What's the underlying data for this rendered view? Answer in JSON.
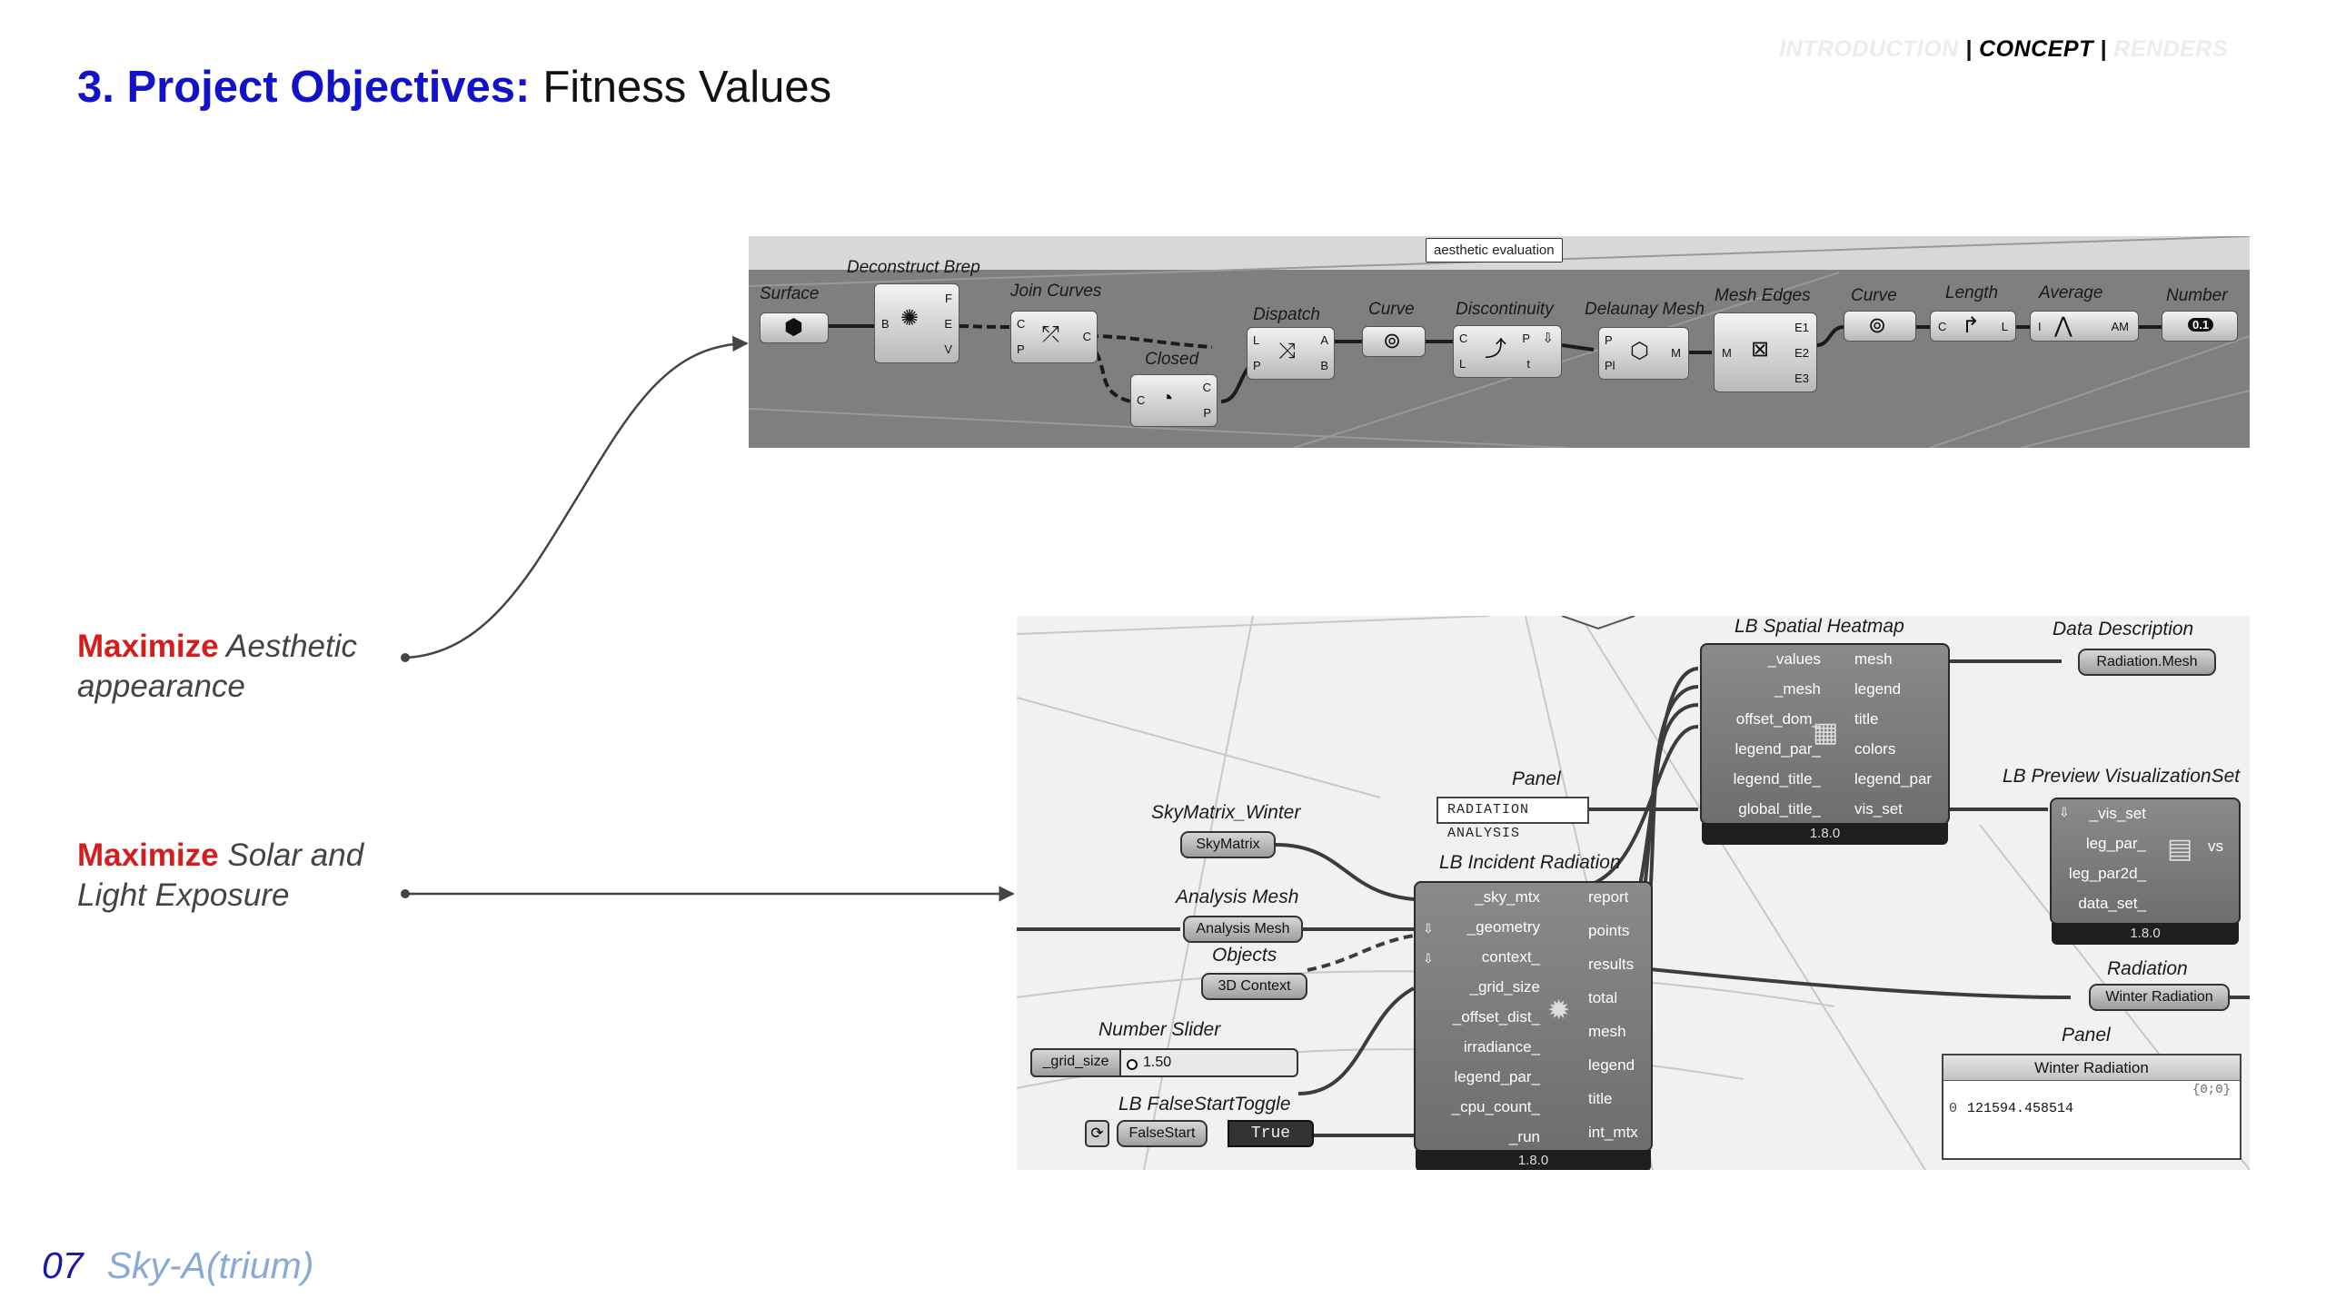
{
  "nav": {
    "item1": "INTRODUCTION",
    "sep1": " | ",
    "item2": "CONCEPT",
    "sep2": " | ",
    "item3": "RENDERS"
  },
  "title": {
    "number_heading": "3. Project Objectives:",
    "subheading": "Fitness Values"
  },
  "objectives": [
    {
      "verb": "Maximize",
      "rest": " Aesthetic appearance"
    },
    {
      "verb": "Maximize",
      "rest": " Solar and Light Exposure"
    }
  ],
  "footer": {
    "page": "07",
    "project": "Sky-A(trium)"
  },
  "canvas1": {
    "group_tag": "aesthetic evaluation",
    "labels": {
      "surface": "Surface",
      "deconstruct": "Deconstruct Brep",
      "join": "Join Curves",
      "closed": "Closed",
      "dispatch": "Dispatch",
      "curve1": "Curve",
      "discontinuity": "Discontinuity",
      "delaunay": "Delaunay Mesh",
      "mesh_edges": "Mesh Edges",
      "curve2": "Curve",
      "length": "Length",
      "average": "Average",
      "number": "Number"
    },
    "pins": {
      "deconstruct_in": "B",
      "deconstruct_f": "F",
      "deconstruct_e": "E",
      "deconstruct_v": "V",
      "join_c": "C",
      "join_p": "P",
      "join_out": "C",
      "closed_in": "C",
      "closed_c": "C",
      "closed_p": "P",
      "dispatch_l": "L",
      "dispatch_p": "P",
      "dispatch_a": "A",
      "dispatch_b": "B",
      "disc_c": "C",
      "disc_l": "L",
      "disc_p": "P",
      "disc_t": "t",
      "del_p": "P",
      "del_pl": "Pl",
      "del_m": "M",
      "edges_m": "M",
      "edges_e1": "E1",
      "edges_e2": "E2",
      "edges_e3": "E3",
      "len_c": "C",
      "len_l": "L",
      "avg_i": "I",
      "avg_am": "AM",
      "number_value": "0.1"
    }
  },
  "canvas2": {
    "labels": {
      "spatial_heatmap": "LB Spatial Heatmap",
      "data_description": "Data Description",
      "panel_top": "Panel",
      "skymatrix_winter": "SkyMatrix_Winter",
      "lb_preview": "LB Preview VisualizationSet",
      "lb_incident": "LB Incident Radiation",
      "analysis_mesh": "Analysis Mesh",
      "objects": "Objects",
      "radiation": "Radiation",
      "number_slider": "Number Slider",
      "panel_bottom": "Panel",
      "false_start_toggle": "LB FalseStartToggle"
    },
    "pills": {
      "radiation_mesh": "Radiation.Mesh",
      "skymatrix": "SkyMatrix",
      "analysis_mesh": "Analysis Mesh",
      "context": "3D Context",
      "winter_radiation": "Winter Radiation",
      "grid_size": "_grid_size",
      "slider_value": "1.50",
      "false_start": "FalseStart",
      "toggle_value": "True"
    },
    "panel_text": "RADIATION ANALYSIS",
    "result_panel": {
      "header": "Winter Radiation",
      "path": "{0;0}",
      "row_index": "0",
      "row_value": "121594.458514"
    },
    "heatmap": {
      "inputs": [
        "_values",
        "_mesh",
        "offset_dom_",
        "legend_par_",
        "legend_title_",
        "global_title_"
      ],
      "outputs": [
        "mesh",
        "legend",
        "title",
        "colors",
        "legend_par",
        "vis_set"
      ],
      "version": "1.8.0"
    },
    "preview": {
      "inputs": [
        "_vis_set",
        "leg_par_",
        "leg_par2d_",
        "data_set_"
      ],
      "output": "vs",
      "version": "1.8.0"
    },
    "incident": {
      "inputs": [
        "_sky_mtx",
        "_geometry",
        "context_",
        "_grid_size",
        "_offset_dist_",
        "irradiance_",
        "legend_par_",
        "_cpu_count_",
        "_run"
      ],
      "outputs": [
        "report",
        "points",
        "results",
        "total",
        "mesh",
        "legend",
        "title",
        "int_mtx"
      ],
      "version": "1.8.0"
    }
  },
  "colors": {
    "heading_blue": "#1212c8",
    "maximize_red": "#d41e1e",
    "footer_blue": "#1a1aa8",
    "footer_light_blue": "#8aaad6"
  }
}
